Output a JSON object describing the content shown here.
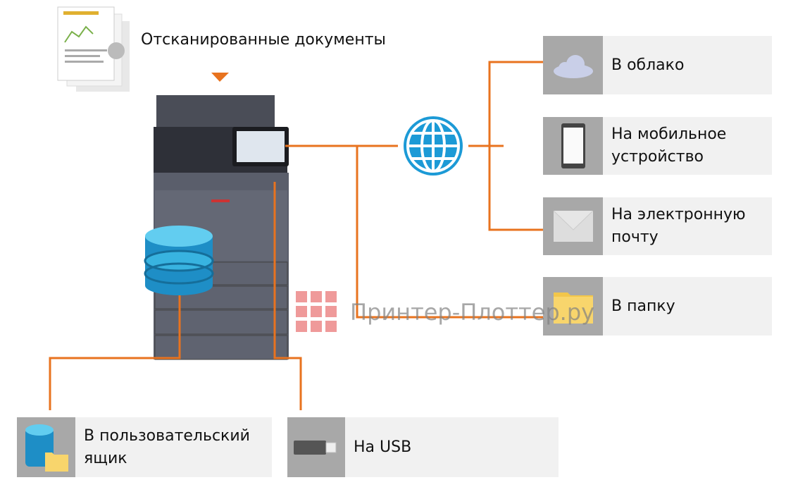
{
  "title": "Отсканированные документы",
  "destinations": [
    {
      "label": "В облако",
      "icon": "cloud-icon"
    },
    {
      "label": "На мобильное\nустройство",
      "icon": "smartphone-icon"
    },
    {
      "label": "На электронную\nпочту",
      "icon": "envelope-icon"
    },
    {
      "label": "В папку",
      "icon": "folder-icon"
    },
    {
      "label": "В пользовательский\nящик",
      "icon": "database-folder-icon"
    },
    {
      "label": "На USB",
      "icon": "usb-drive-icon"
    }
  ],
  "watermark": "Принтер-Плоттер.ру",
  "colors": {
    "line": "#e8731f",
    "icon_bg": "#a8a8a8",
    "box_bg": "#f1f1f1"
  }
}
